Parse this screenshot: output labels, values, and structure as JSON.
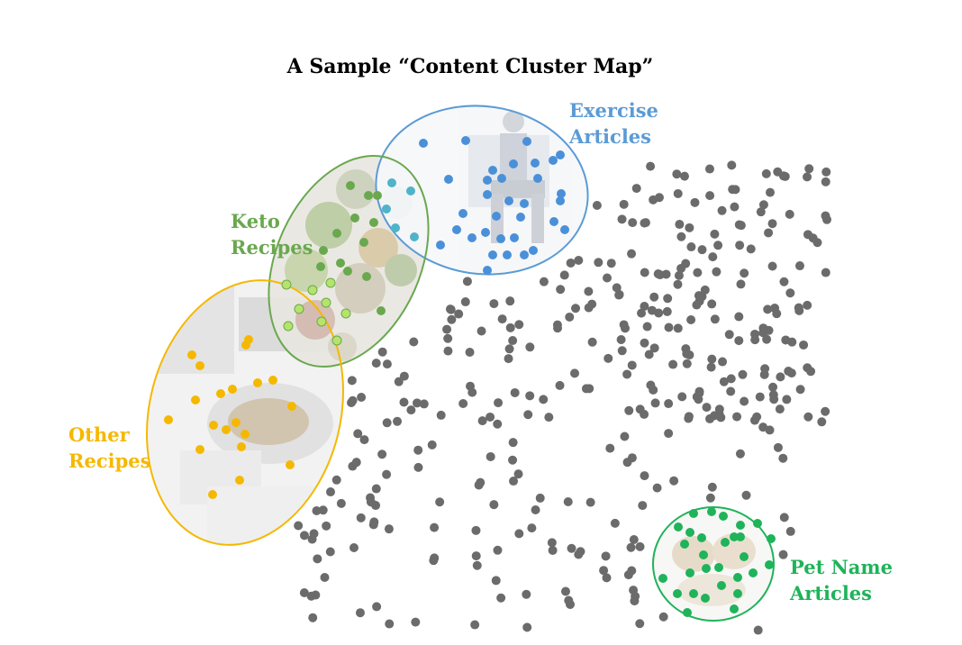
{
  "title": "A Sample “Content Cluster Map”",
  "colors": {
    "background_points": "#6b6b6b",
    "exercise": "#4a90d9",
    "keto": "#6aa84f",
    "keto_light": "#b6e36b",
    "keto_teal": "#4fb3c9",
    "other_recipes": "#f5b800",
    "pet_names": "#1fb35a"
  },
  "clusters": {
    "exercise": {
      "line1": "Exercise",
      "line2": "Articles",
      "photo": "person-doing-squat-photo"
    },
    "keto": {
      "line1": "Keto",
      "line2": "Recipes",
      "photo": "healthy-food-bowls-photo"
    },
    "other": {
      "line1": "Other",
      "line2": "Recipes",
      "photo": "kitchen-cooking-photo"
    },
    "pets": {
      "line1": "Pet Name",
      "line2": "Articles",
      "photo": "puppies-photo"
    }
  }
}
